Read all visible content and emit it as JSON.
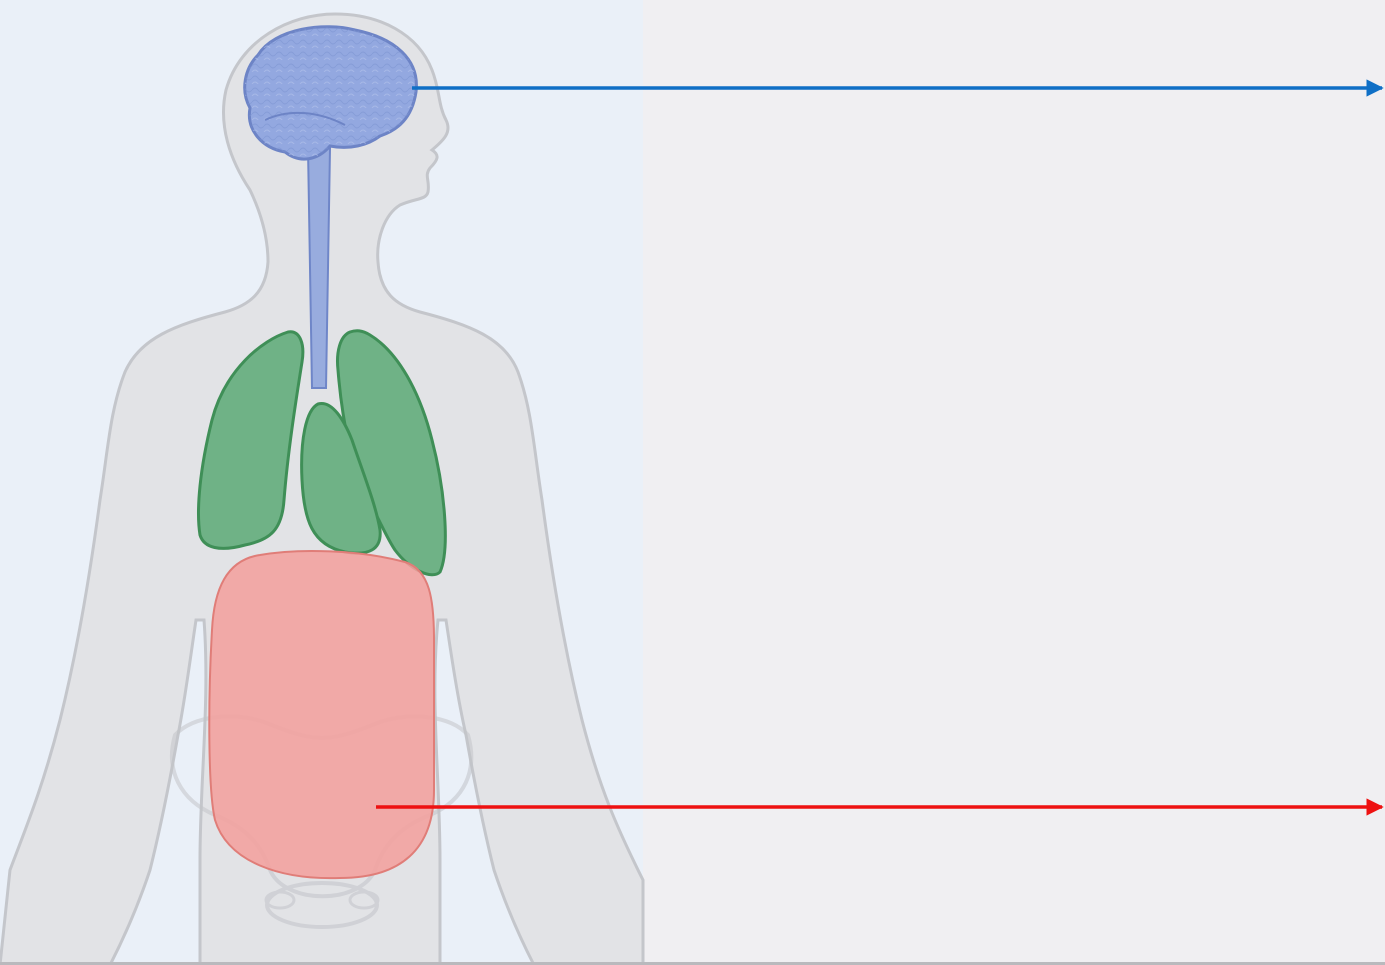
{
  "diagram": {
    "organs": [
      {
        "name": "brain",
        "color": "#93a8e0"
      },
      {
        "name": "spinal-cord",
        "color": "#98acde"
      },
      {
        "name": "lungs",
        "color": "#6fb286"
      },
      {
        "name": "abdomen",
        "color": "#f3a19e"
      }
    ],
    "arrows": [
      {
        "from": "brain",
        "color": "#0f6fc6",
        "direction": "right"
      },
      {
        "from": "abdomen",
        "color": "#ee1111",
        "direction": "right"
      }
    ],
    "body_color": "#e2e3e6",
    "panel_color": "#eaf0f8",
    "background_color": "#f0eff2"
  }
}
